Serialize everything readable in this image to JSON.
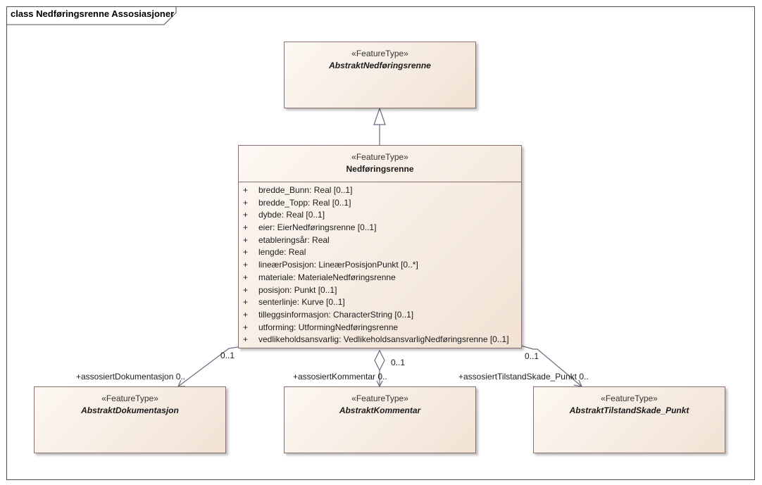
{
  "frame": {
    "title": "class Nedføringsrenne Assosiasjoner"
  },
  "classes": {
    "abstract_parent": {
      "stereotype": "«FeatureType»",
      "name": "AbstraktNedføringsrenne"
    },
    "main": {
      "stereotype": "«FeatureType»",
      "name": "Nedføringsrenne",
      "attributes": [
        {
          "vis": "+",
          "text": "bredde_Bunn: Real [0..1]"
        },
        {
          "vis": "+",
          "text": "bredde_Topp: Real [0..1]"
        },
        {
          "vis": "+",
          "text": "dybde: Real [0..1]"
        },
        {
          "vis": "+",
          "text": "eier: EierNedføringsrenne [0..1]"
        },
        {
          "vis": "+",
          "text": "etableringsår: Real"
        },
        {
          "vis": "+",
          "text": "lengde: Real"
        },
        {
          "vis": "+",
          "text": "lineærPosisjon: LineærPosisjonPunkt [0..*]"
        },
        {
          "vis": "+",
          "text": "materiale: MaterialeNedføringsrenne"
        },
        {
          "vis": "+",
          "text": "posisjon: Punkt [0..1]"
        },
        {
          "vis": "+",
          "text": "senterlinje: Kurve [0..1]"
        },
        {
          "vis": "+",
          "text": "tilleggsinformasjon: CharacterString [0..1]"
        },
        {
          "vis": "+",
          "text": "utforming: UtformingNedføringsrenne"
        },
        {
          "vis": "+",
          "text": "vedlikeholdsansvarlig: VedlikeholdsansvarligNedføringsrenne [0..1]"
        }
      ]
    },
    "dokumentasjon": {
      "stereotype": "«FeatureType»",
      "name": "AbstraktDokumentasjon"
    },
    "kommentar": {
      "stereotype": "«FeatureType»",
      "name": "AbstraktKommentar"
    },
    "tilstandskade": {
      "stereotype": "«FeatureType»",
      "name": "AbstraktTilstandSkade_Punkt"
    }
  },
  "associations": {
    "dokumentasjon": {
      "source_mult": "0..1",
      "role": "+assosiertDokumentasjon 0.."
    },
    "kommentar": {
      "source_mult": "0..1",
      "role": "+assosiertKommentar 0.."
    },
    "tilstandskade": {
      "source_mult": "0..1",
      "role": "+assosiertTilstandSkade_Punkt 0.."
    }
  }
}
